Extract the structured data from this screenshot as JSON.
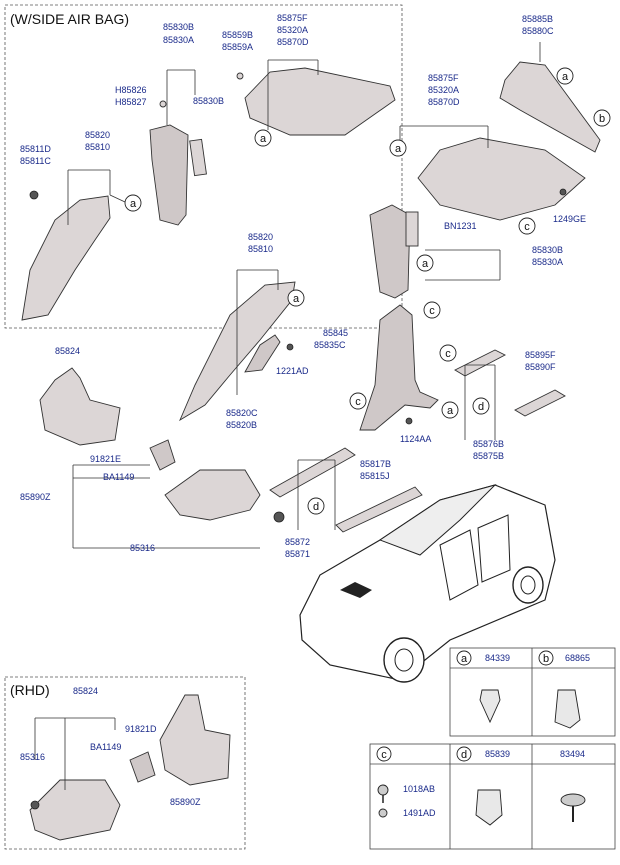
{
  "sections": {
    "side_air_bag": "(W/SIDE AIR BAG)",
    "rhd": "(RHD)"
  },
  "labels": {
    "l85830B_a": "85830B",
    "l85830A_a": "85830A",
    "l85859B": "85859B",
    "l85859A": "85859A",
    "l85875F_a": "85875F",
    "l85320A_a": "85320A",
    "l85870D_a": "85870D",
    "lH85826": "H85826",
    "lH85827": "H85827",
    "l85830B_b": "85830B",
    "l85820_a": "85820",
    "l85810_a": "85810",
    "l85811D": "85811D",
    "l85811C": "85811C",
    "l85885B": "85885B",
    "l85880C": "85880C",
    "l85875F_b": "85875F",
    "l85320A_b": "85320A",
    "l85870D_b": "85870D",
    "l1249GE": "1249GE",
    "lBN1231": "BN1231",
    "l85830B_c": "85830B",
    "l85830A_c": "85830A",
    "l85820_b": "85820",
    "l85810_b": "85810",
    "l1221AD": "1221AD",
    "l85820C": "85820C",
    "l85820B": "85820B",
    "l85845": "85845",
    "l85835C": "85835C",
    "l85895F": "85895F",
    "l85890F": "85890F",
    "l1124AA": "1124AA",
    "l85876B": "85876B",
    "l85875B": "85875B",
    "l85824_a": "85824",
    "l91821E": "91821E",
    "lBA1149_a": "BA1149",
    "l85890Z_a": "85890Z",
    "l85316_a": "85316",
    "l85817B": "85817B",
    "l85815J": "85815J",
    "l85872": "85872",
    "l85871": "85871",
    "l85824_b": "85824",
    "l91821D": "91821D",
    "l85316_b": "85316",
    "lBA1149_b": "BA1149",
    "l85890Z_b": "85890Z"
  },
  "legend": {
    "a_code": "84339",
    "b_code": "68865",
    "c_code": "1018AB",
    "c_code2": "1491AD",
    "d_code": "85839",
    "e_code": "83494"
  },
  "callouts": {
    "a": "a",
    "b": "b",
    "c": "c",
    "d": "d"
  }
}
